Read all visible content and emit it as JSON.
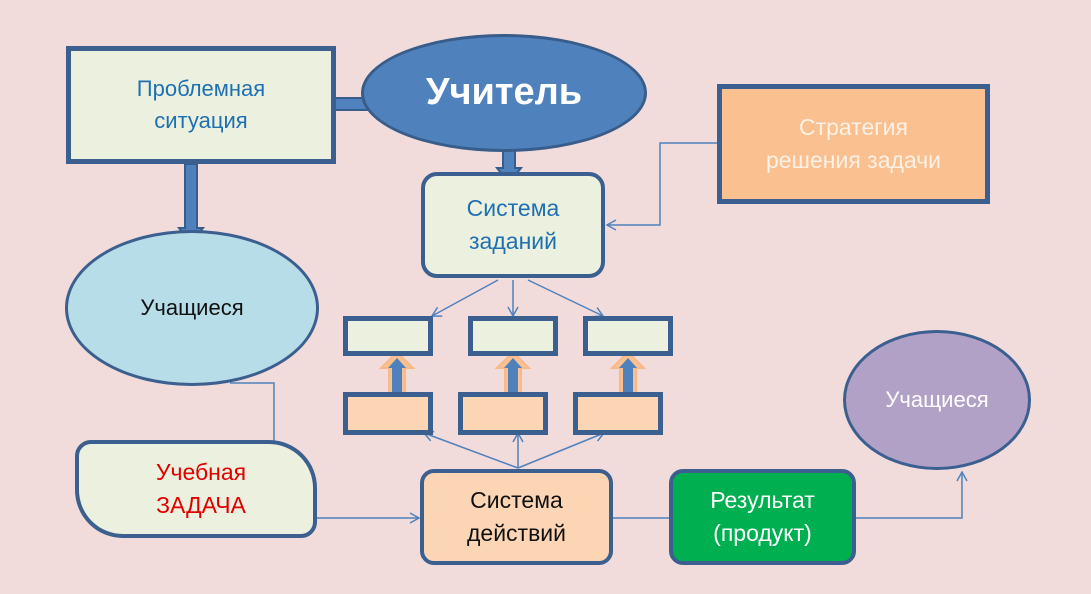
{
  "colors": {
    "background": "#f2dcdb",
    "border": "#3b5f8f",
    "teacher_fill": "#4f81bd",
    "light_green_fill": "#ebf1de",
    "light_orange_fill": "#fcd5b4",
    "strategy_fill": "#fac090",
    "students_blue_fill": "#b7dde8",
    "students_purple_fill": "#b2a1c7",
    "result_fill": "#00b050",
    "connector": "#4f81bd",
    "blue_text": "#1f6fb3",
    "red_text": "#e00000"
  },
  "nodes": {
    "problem_situation": {
      "label": "Проблемная\nситуация"
    },
    "teacher": {
      "label": "Учитель"
    },
    "strategy": {
      "label": "Стратегия\nрешения задачи"
    },
    "task_system": {
      "label": "Система\nзаданий"
    },
    "students_start": {
      "label": "Учащиеся"
    },
    "learning_task": {
      "label": "Учебная\nЗАДАЧА"
    },
    "action_system": {
      "label": "Система\nдействий"
    },
    "result": {
      "label": "Результат\n(продукт)"
    },
    "students_end": {
      "label": "Учащиеся"
    },
    "sub_tasks": [
      {
        "label": ""
      },
      {
        "label": ""
      },
      {
        "label": ""
      }
    ],
    "sub_actions": [
      {
        "label": ""
      },
      {
        "label": ""
      },
      {
        "label": ""
      }
    ]
  },
  "edges": [
    {
      "from": "teacher",
      "to": "problem_situation",
      "style": "block-arrow"
    },
    {
      "from": "teacher",
      "to": "task_system",
      "style": "block-arrow"
    },
    {
      "from": "problem_situation",
      "to": "students_start",
      "style": "block-arrow"
    },
    {
      "from": "strategy",
      "to": "task_system",
      "style": "elbow-line"
    },
    {
      "from": "task_system",
      "to": "sub_tasks.0",
      "style": "line-arrow"
    },
    {
      "from": "task_system",
      "to": "sub_tasks.1",
      "style": "line-arrow"
    },
    {
      "from": "task_system",
      "to": "sub_tasks.2",
      "style": "line-arrow"
    },
    {
      "from": "sub_actions.0",
      "to": "sub_tasks.0",
      "style": "block-arrow-up"
    },
    {
      "from": "sub_actions.1",
      "to": "sub_tasks.1",
      "style": "block-arrow-up"
    },
    {
      "from": "sub_actions.2",
      "to": "sub_tasks.2",
      "style": "block-arrow-up"
    },
    {
      "from": "action_system",
      "to": "sub_actions.0",
      "style": "line-arrow"
    },
    {
      "from": "action_system",
      "to": "sub_actions.1",
      "style": "line-arrow"
    },
    {
      "from": "action_system",
      "to": "sub_actions.2",
      "style": "line-arrow"
    },
    {
      "from": "students_start",
      "to": "action_system",
      "style": "elbow-line"
    },
    {
      "from": "action_system",
      "to": "result",
      "style": "line"
    },
    {
      "from": "result",
      "to": "students_end",
      "style": "elbow-line"
    }
  ]
}
